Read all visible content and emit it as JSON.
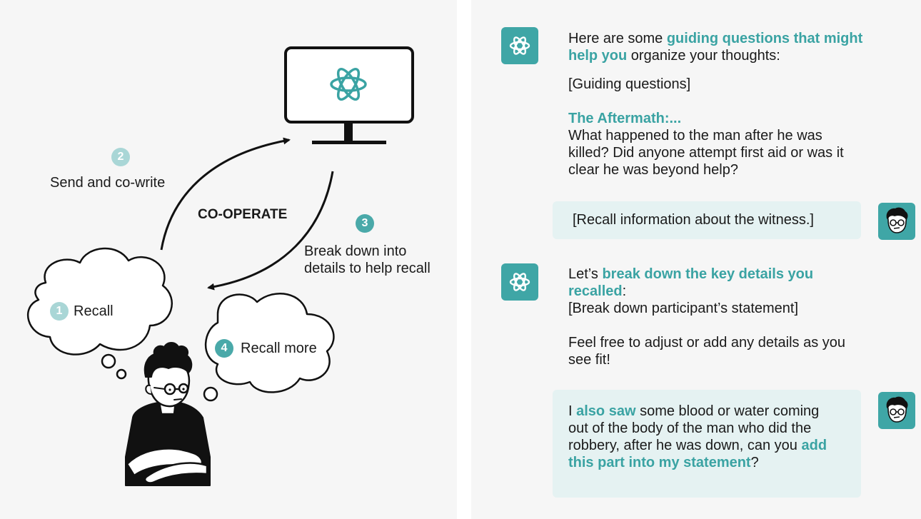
{
  "diagram": {
    "step2": {
      "number": "2",
      "label": "Send and co-write"
    },
    "cooperate_label": "CO-OPERATE",
    "step3": {
      "number": "3",
      "label_line1": "Break down into",
      "label_line2": "details to help recall"
    },
    "step1": {
      "number": "1",
      "label": "Recall"
    },
    "step4": {
      "number": "4",
      "label": "Recall more"
    }
  },
  "chat": {
    "msg1": {
      "intro_before": "Here are some ",
      "intro_highlight": "guiding questions that might help you",
      "intro_after": " organize your thoughts:",
      "placeholder": "[Guiding questions]",
      "section_title": "The Aftermath:...",
      "section_body": "What happened to the man after he was killed? Did anyone attempt first aid or was it clear he was beyond help?"
    },
    "user1": {
      "text": "[Recall information about the witness.]"
    },
    "msg2": {
      "before": "Let’s ",
      "highlight": "break down the key details you recalled",
      "after": ":",
      "placeholder": "[Break down participant’s statement]",
      "closing": "Feel free to adjust or add any details as you see fit!"
    },
    "user2": {
      "part1": "I ",
      "hl1": "also saw",
      "part2": " some blood or water coming out of the body of the man who did the robbery, after he was down, can you ",
      "hl2": "add this part into my statement",
      "part3": "?"
    }
  },
  "colors": {
    "accent": "#3aa3a3",
    "accent_light": "#a9d6d6",
    "bubble_bg": "#e5f2f2",
    "panel_bg": "#f6f6f6"
  },
  "icons": {
    "assistant": "openai-logo-icon",
    "user": "user-avatar-icon"
  }
}
